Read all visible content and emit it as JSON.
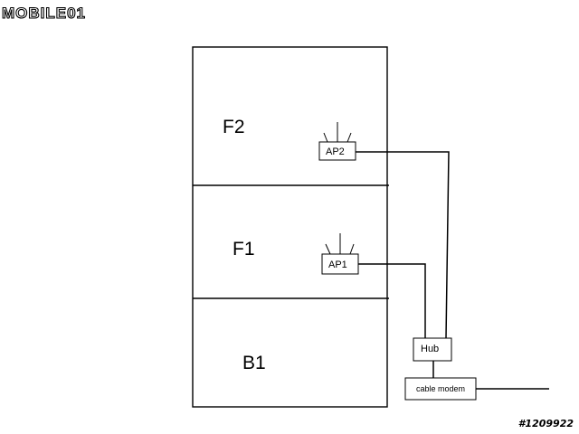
{
  "logo": {
    "text": "MOBILE01"
  },
  "floors": {
    "f2": "F2",
    "f1": "F1",
    "b1": "B1"
  },
  "devices": {
    "ap2": "AP2",
    "ap1": "AP1",
    "hub": "Hub",
    "modem": "cable modem"
  },
  "watermark": "#1209922"
}
